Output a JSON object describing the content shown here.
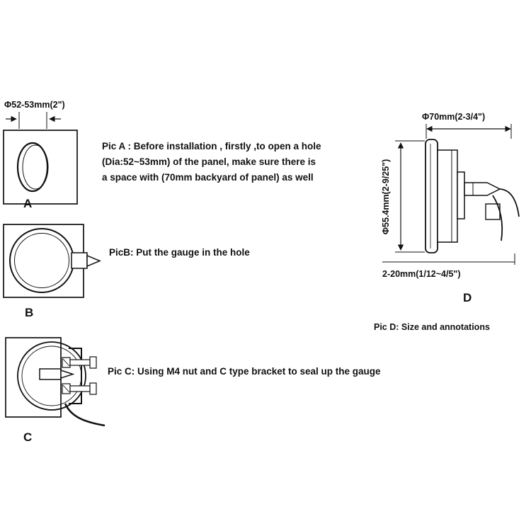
{
  "colors": {
    "ink": "#111111",
    "background": "#ffffff"
  },
  "figA": {
    "label": "A",
    "dim": "Φ52-53mm(2\")",
    "cap1": "Pic A : Before installation , firstly ,to open a hole",
    "cap2": "(Dia:52~53mm) of the panel, make sure there is",
    "cap3": "a space with (70mm backyard of panel) as well"
  },
  "figB": {
    "label": "B",
    "cap": "PicB: Put the gauge in the hole"
  },
  "figC": {
    "label": "C",
    "cap": "Pic C: Using M4 nut and C type bracket to seal up the gauge"
  },
  "figD": {
    "label": "D",
    "dim_top": "Φ70mm(2-3/4\")",
    "dim_side": "Φ55.4mm(2-9/25\")",
    "dim_bottom": "2-20mm(1/12~4/5\")",
    "cap": "Pic D: Size and annotations"
  }
}
